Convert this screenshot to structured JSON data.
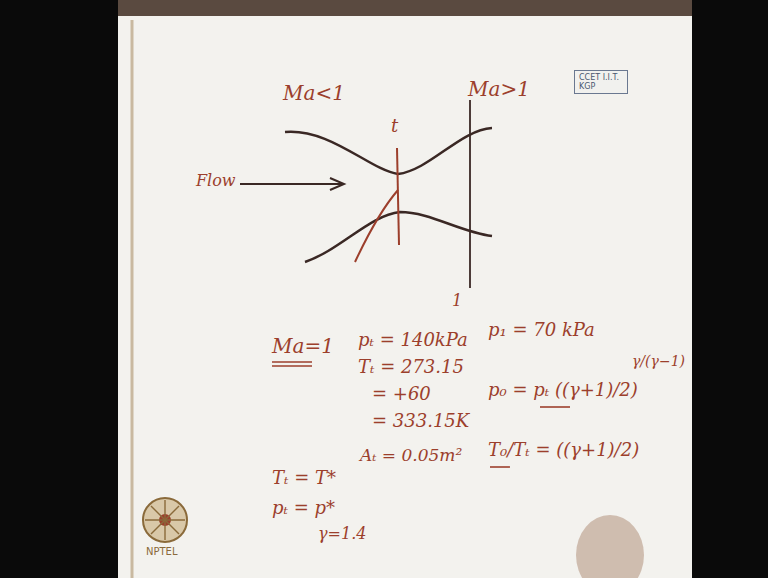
{
  "diagram": {
    "nodes": [
      {
        "text": [
          "CCET I.I.T. KGP"
        ]
      }
    ],
    "labels": [
      "Ma<1",
      "t",
      "Ma>1",
      "Flow",
      "Ma=1",
      "pₜ = 140kPa",
      "Tₜ = 273.15",
      "= +60",
      "= 333.15K",
      "Aₜ = 0.05m²",
      "Tₜ = T*",
      "pₜ = p*",
      "γ=1.4",
      "1",
      "p₁ = 70 kPa",
      "p₀ = pₜ ((γ+1)/2)",
      "γ/(γ−1)",
      "T₀/Tₜ = ((γ+1)/2)",
      "NPTEL"
    ]
  }
}
